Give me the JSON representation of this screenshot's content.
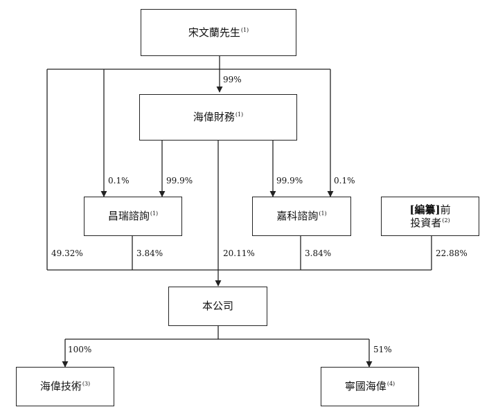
{
  "nodes": {
    "song": {
      "label": "宋文蘭先生",
      "note": "(1)"
    },
    "haiwei_fin": {
      "label": "海偉財務",
      "note": "(1)"
    },
    "changrui": {
      "label": "昌瑞諮詢",
      "note": "(1)"
    },
    "jiake": {
      "label": "嘉科諮詢",
      "note": "(1)"
    },
    "pre_ipo": {
      "bracket": "[編纂]",
      "label_rest": "前",
      "label_line2": "投資者",
      "note": "(2)"
    },
    "company": {
      "label": "本公司"
    },
    "haiwei_tech": {
      "label": "海偉技術",
      "note": "(3)"
    },
    "ningguo": {
      "label": "寧國海偉",
      "note": "(4)"
    }
  },
  "percentages": {
    "song_to_fin": "99%",
    "song_to_changrui": "0.1%",
    "fin_to_changrui": "99.9%",
    "fin_to_jiake": "99.9%",
    "song_to_jiake": "0.1%",
    "song_to_company": "49.32%",
    "changrui_to_company": "3.84%",
    "fin_to_company": "20.11%",
    "jiake_to_company": "3.84%",
    "pre_ipo_to_company": "22.88%",
    "company_to_tech": "100%",
    "company_to_ningguo": "51%"
  }
}
